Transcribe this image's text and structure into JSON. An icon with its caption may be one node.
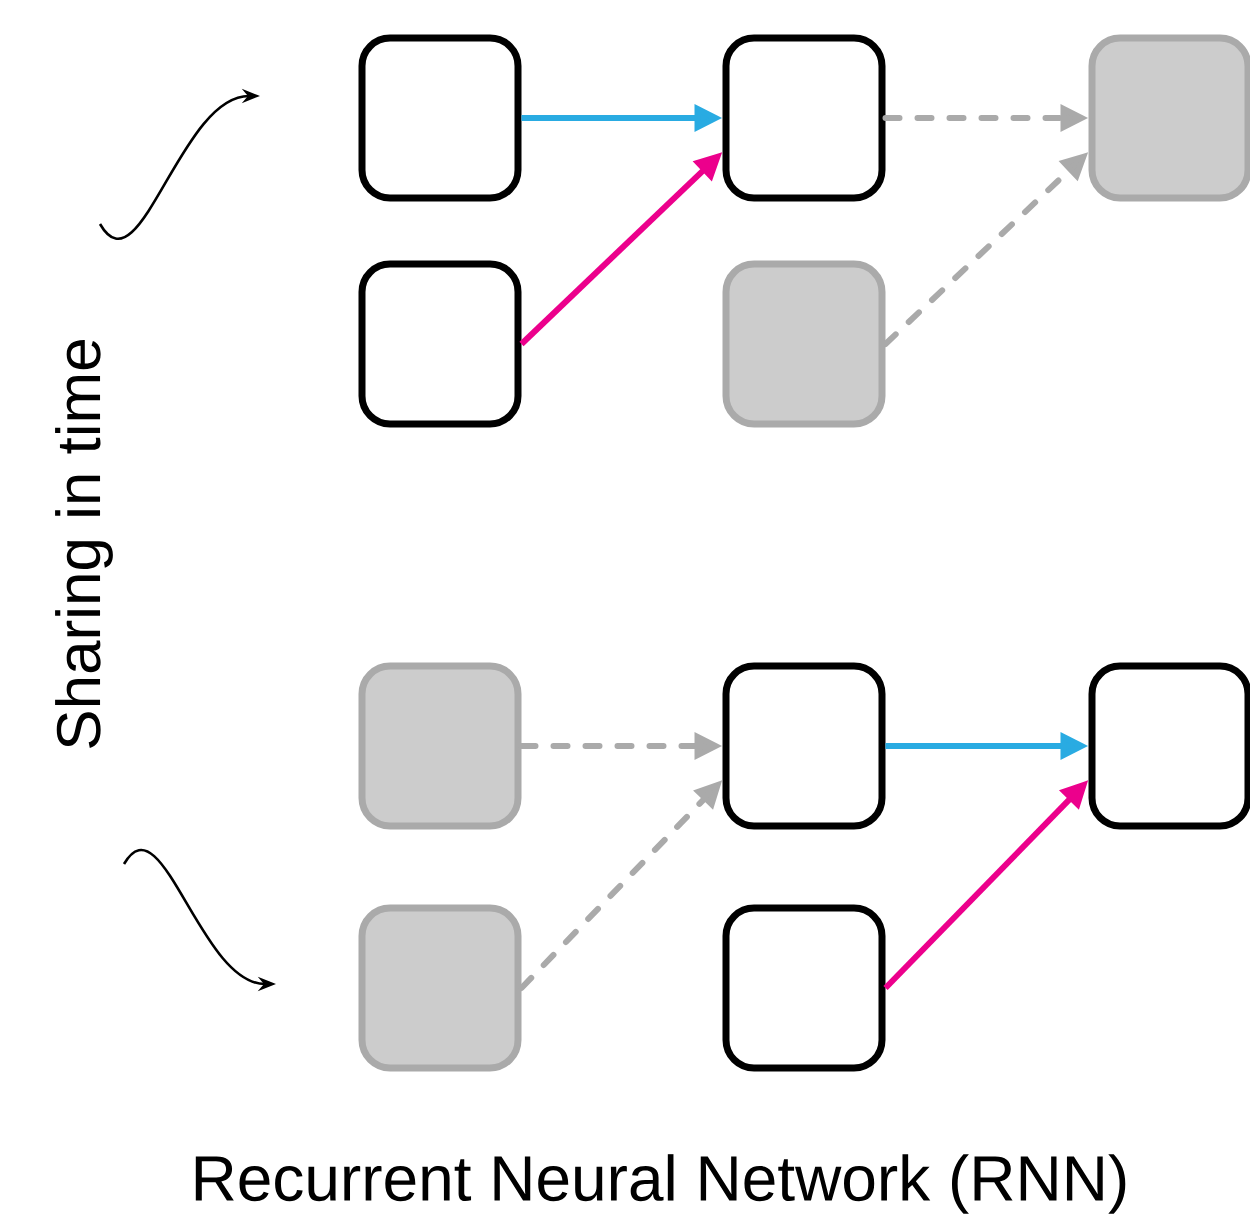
{
  "diagram": {
    "caption": "Recurrent Neural Network (RNN)",
    "nodes": [
      {
        "text": [],
        "shape": "box"
      },
      {
        "text": [],
        "shape": "box"
      },
      {
        "text": [],
        "shape": "box"
      },
      {
        "text": [],
        "shape": "box"
      },
      {
        "text": [],
        "shape": "box"
      },
      {
        "text": [],
        "shape": "box"
      },
      {
        "text": [],
        "shape": "box"
      },
      {
        "text": [],
        "shape": "box"
      },
      {
        "text": [],
        "shape": "box"
      },
      {
        "text": [],
        "shape": "box"
      }
    ],
    "edges": [
      {
        "from": 0,
        "to": 1,
        "arrow": "to",
        "color": "#29abe2"
      },
      {
        "from": 3,
        "to": 1,
        "arrow": "to",
        "color": "#ec008c"
      },
      {
        "from": 1,
        "to": 2,
        "arrow": "to",
        "style": "dashed",
        "color": "#aaaaaa"
      },
      {
        "from": 4,
        "to": 2,
        "arrow": "to",
        "style": "dashed",
        "color": "#aaaaaa"
      },
      {
        "from": 5,
        "to": 6,
        "arrow": "to",
        "style": "dashed",
        "color": "#aaaaaa"
      },
      {
        "from": 8,
        "to": 6,
        "arrow": "to",
        "style": "dashed",
        "color": "#aaaaaa"
      },
      {
        "from": 6,
        "to": 7,
        "arrow": "to",
        "color": "#29abe2"
      },
      {
        "from": 9,
        "to": 7,
        "arrow": "to",
        "color": "#ec008c"
      }
    ],
    "labels": [
      "Sharing in time"
    ]
  }
}
